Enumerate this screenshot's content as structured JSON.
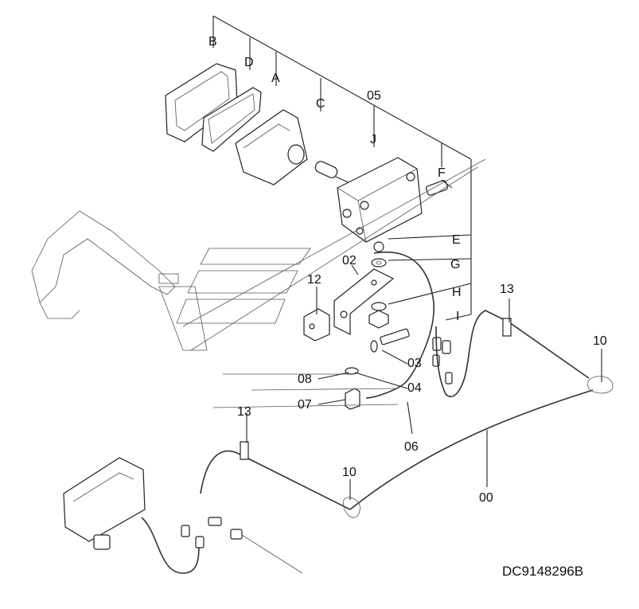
{
  "diagram": {
    "drawing_code": "DC9148296B",
    "callouts": {
      "B": "B",
      "D": "D",
      "A": "A",
      "C": "C",
      "05": "05",
      "J": "J",
      "F": "F",
      "E": "E",
      "G": "G",
      "H": "H",
      "I": "I",
      "02": "02",
      "12": "12",
      "13a": "13",
      "13b": "13",
      "10a": "10",
      "10b": "10",
      "03": "03",
      "04": "04",
      "08": "08",
      "07": "07",
      "06": "06",
      "00": "00"
    }
  }
}
